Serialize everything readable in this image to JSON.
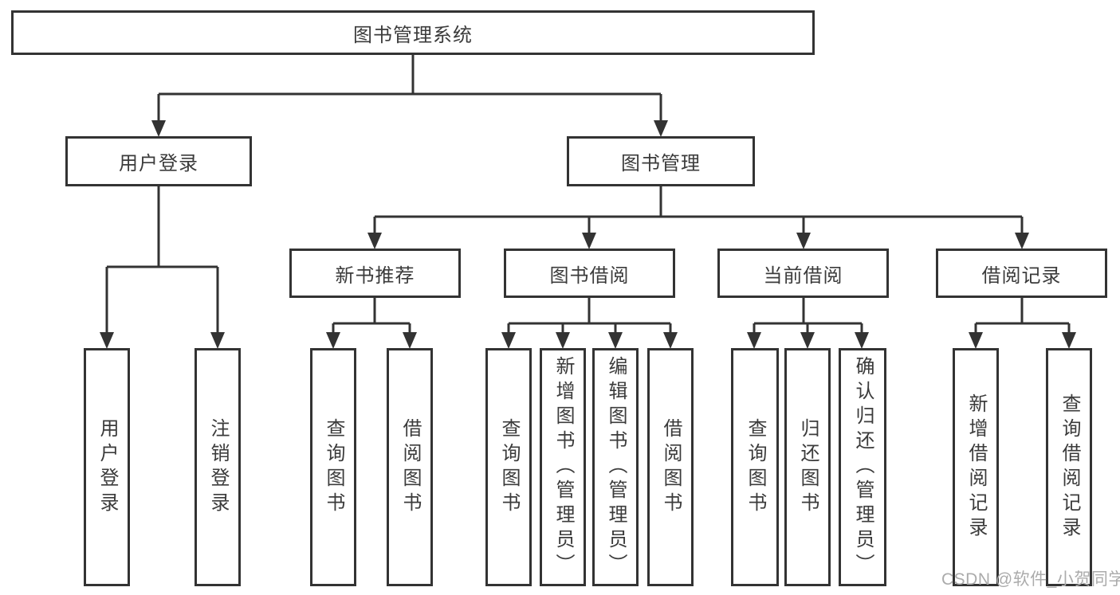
{
  "diagram": {
    "root": {
      "label": "图书管理系统"
    },
    "user_login": {
      "label": "用户登录",
      "children": [
        "用户登录",
        "注销登录"
      ]
    },
    "book_mgmt": {
      "label": "图书管理",
      "sections": [
        {
          "label": "新书推荐",
          "children": [
            "查询图书",
            "借阅图书"
          ]
        },
        {
          "label": "图书借阅",
          "children": [
            "查询图书",
            "新增图书（管理员）",
            "编辑图书（管理员）",
            "借阅图书"
          ]
        },
        {
          "label": "当前借阅",
          "children": [
            "查询图书",
            "归还图书",
            "确认归还（管理员）"
          ]
        },
        {
          "label": "借阅记录",
          "children": [
            "新增借阅记录",
            "查询借阅记录"
          ]
        }
      ]
    },
    "colors": {
      "line": "#333333",
      "text": "#3b3b3b",
      "watermark": "#ababab",
      "background": "#ffffff"
    }
  },
  "watermark": {
    "text": "CSDN @软件_小贺同学"
  }
}
